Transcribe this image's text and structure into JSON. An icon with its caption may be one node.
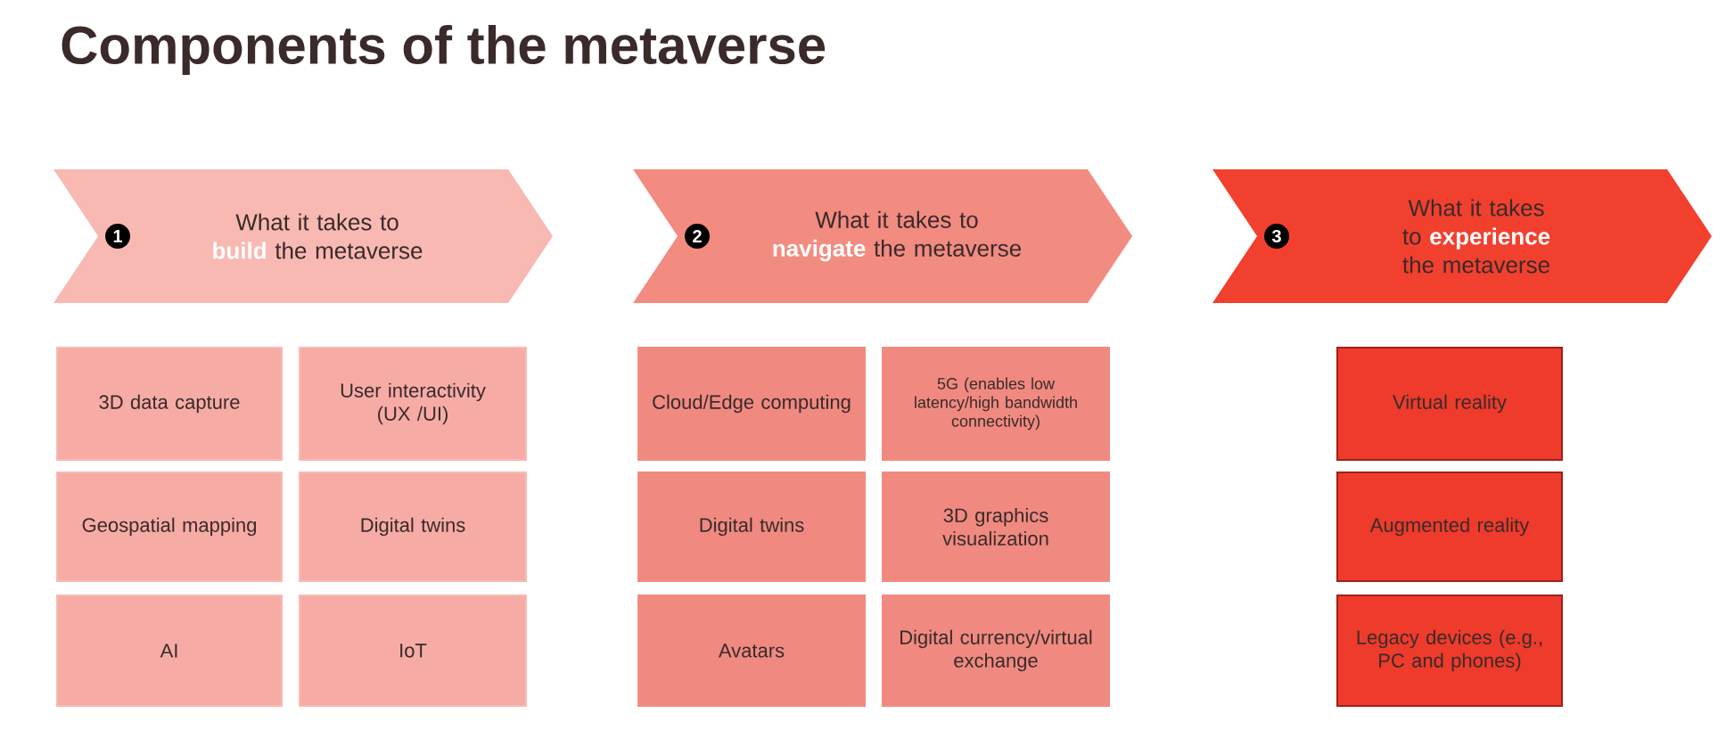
{
  "diagram": {
    "title": "Components of the metaverse",
    "nodes": [
      {
        "text": [
          "1",
          "What it takes to **build** the metaverse"
        ]
      },
      {
        "text": [
          "3D data capture"
        ]
      },
      {
        "text": [
          "User interactivity (UX /UI)"
        ]
      },
      {
        "text": [
          "Geospatial mapping"
        ]
      },
      {
        "text": [
          "Digital twins"
        ]
      },
      {
        "text": [
          "AI"
        ]
      },
      {
        "text": [
          "IoT"
        ]
      },
      {
        "text": [
          "2",
          "What it takes to **navigate** the metaverse"
        ]
      },
      {
        "text": [
          "Cloud/Edge computing"
        ]
      },
      {
        "text": [
          "5G (enables low latency/high bandwidth connectivity)"
        ]
      },
      {
        "text": [
          "Digital twins"
        ]
      },
      {
        "text": [
          "3D graphics visualization"
        ]
      },
      {
        "text": [
          "Avatars"
        ]
      },
      {
        "text": [
          "Digital currency/virtual exchange"
        ]
      },
      {
        "text": [
          "3",
          "What it takes to **experience** the metaverse"
        ]
      },
      {
        "text": [
          "Virtual reality"
        ]
      },
      {
        "text": [
          "Augmented reality"
        ]
      },
      {
        "text": [
          "Legacy devices (e.g., PC and phones)"
        ]
      }
    ],
    "edges": []
  }
}
